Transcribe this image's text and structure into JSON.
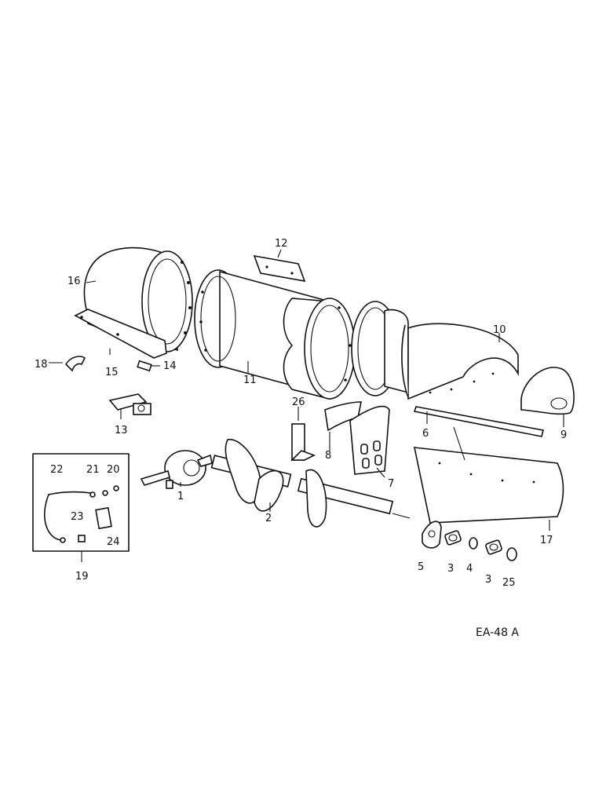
{
  "drawing_code": "EA-48 A",
  "callouts": {
    "n1": "1",
    "n2": "2",
    "n3a": "3",
    "n3b": "3",
    "n4": "4",
    "n5": "5",
    "n6": "6",
    "n7": "7",
    "n8": "8",
    "n9": "9",
    "n10": "10",
    "n11": "11",
    "n12": "12",
    "n13": "13",
    "n14": "14",
    "n15": "15",
    "n16": "16",
    "n17": "17",
    "n18": "18",
    "n19": "19",
    "n20": "20",
    "n21": "21",
    "n22": "22",
    "n23": "23",
    "n24": "24",
    "n25": "25",
    "n26": "26"
  }
}
